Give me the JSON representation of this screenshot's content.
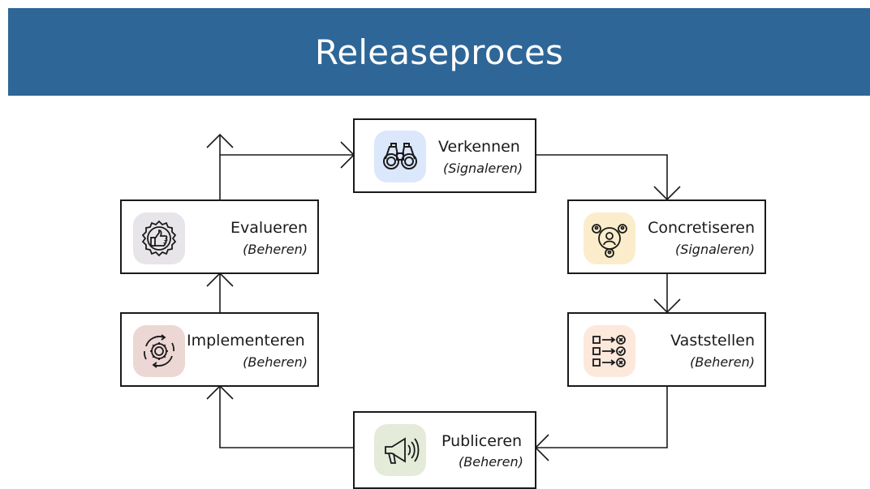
{
  "title": "Releaseproces",
  "steps": {
    "verkennen": {
      "label": "Verkennen",
      "role": "Signaleren",
      "icon": "binoculars-icon",
      "icon_bg": "#dbe7fb"
    },
    "concretiseren": {
      "label": "Concretiseren",
      "role": "Signaleren",
      "icon": "network-people-icon",
      "icon_bg": "#fbedcc"
    },
    "vaststellen": {
      "label": "Vaststellen",
      "role": "Beheren",
      "icon": "checklist-icon",
      "icon_bg": "#fde8dc"
    },
    "publiceren": {
      "label": "Publiceren",
      "role": "Beheren",
      "icon": "megaphone-icon",
      "icon_bg": "#e4ebd9"
    },
    "implementeren": {
      "label": "Implementeren",
      "role": "Beheren",
      "icon": "gear-cycle-icon",
      "icon_bg": "#ecd7d4"
    },
    "evalueren": {
      "label": "Evalueren",
      "role": "Beheren",
      "icon": "thumbs-up-badge-icon",
      "icon_bg": "#e7e5e9"
    }
  }
}
